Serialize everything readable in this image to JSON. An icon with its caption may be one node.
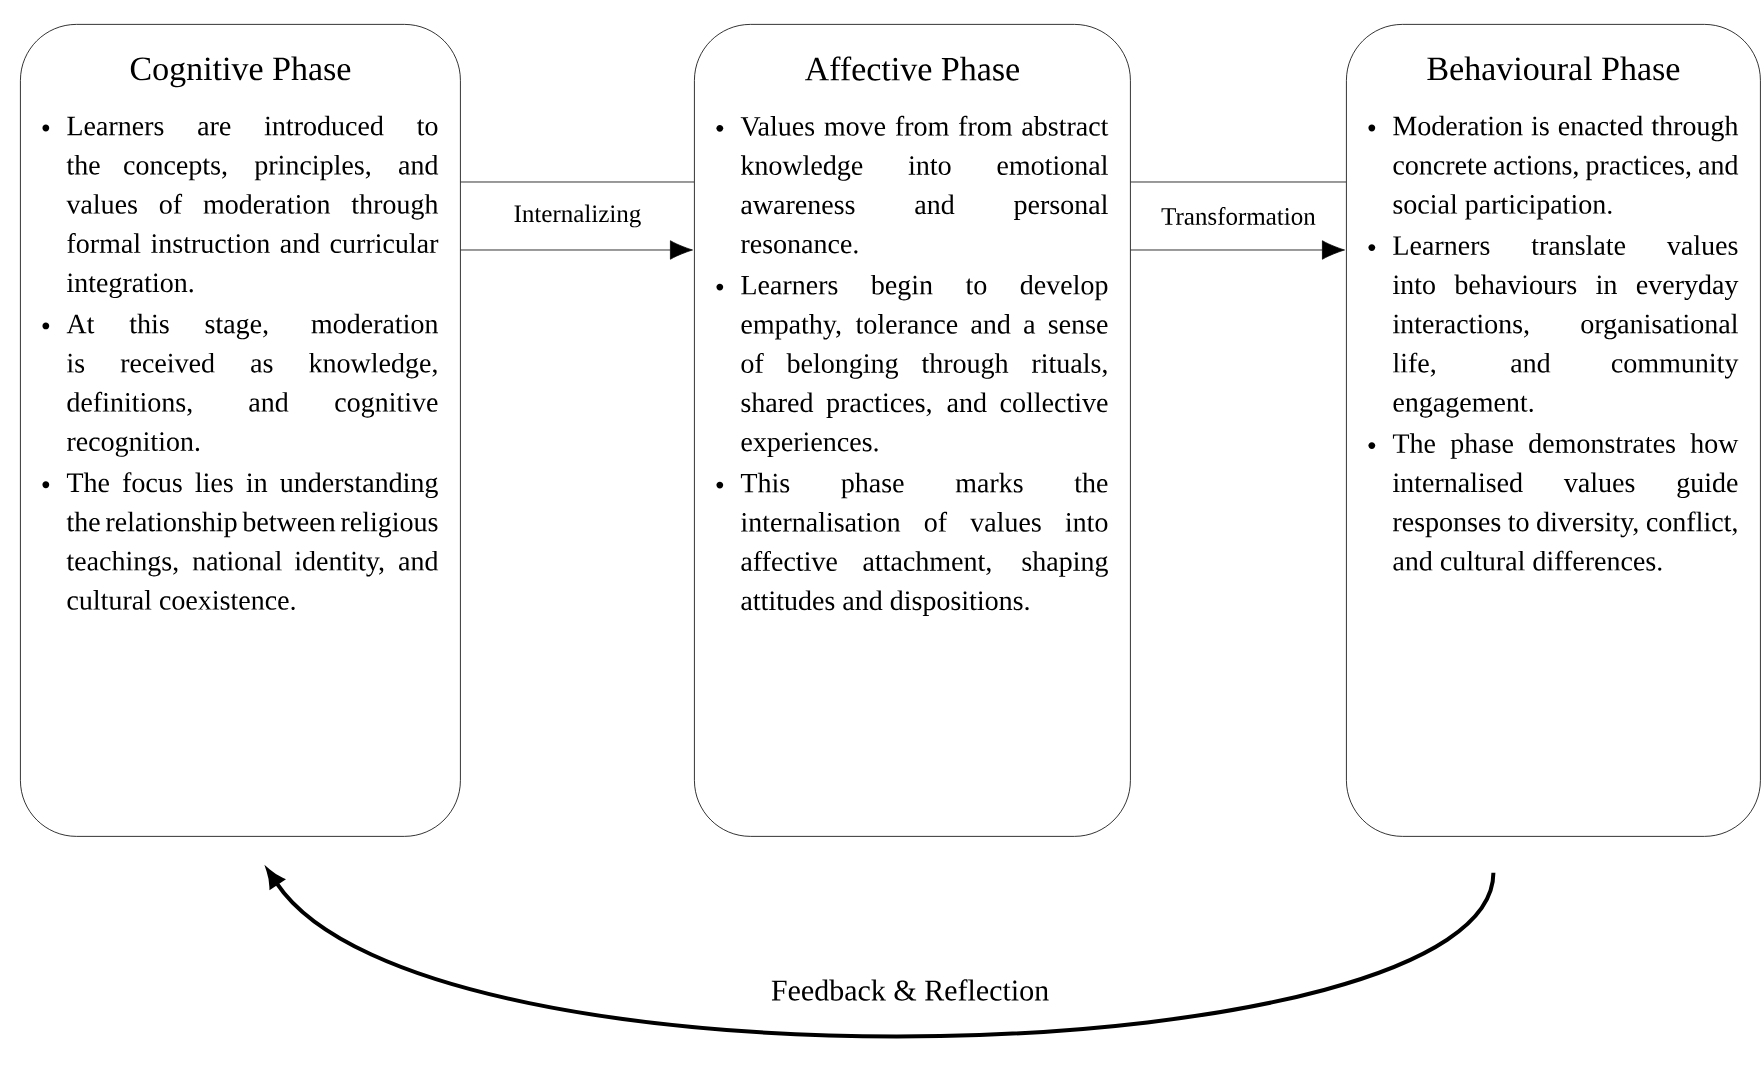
{
  "diagram": {
    "nodes": [
      {
        "text": [
          "Cognitive Phase",
          "Learners are introduced to the concepts, principles, and values of moderation through formal instruction and curricular integration.",
          "At this stage, moderation is received as knowledge, definitions, and cognitive recognition.",
          "The focus lies in understanding the relationship between religious teachings, national identity, and cultural coexistence."
        ]
      },
      {
        "text": [
          "Affective Phase",
          "Values move from from abstract knowledge into emotional awareness and personal resonance.",
          "Learners begin to develop empathy, tolerance and a sense of belonging through rituals, shared practices, and collective experiences.",
          "This phase marks the internalisation of values into affective attachment, shaping attitudes and dispositions."
        ]
      },
      {
        "text": [
          "Behavioural Phase",
          "Moderation is enacted through concrete actions, practices, and social participation.",
          "Learners translate values into behaviours in everyday interactions, organisational life, and community engagement.",
          "The phase demonstrates how internalised values guide responses to diversity, conflict, and cultural differences."
        ]
      }
    ],
    "edges": [
      {
        "from": 0,
        "to": 1,
        "arrow": "to",
        "label": "Internalizing"
      },
      {
        "from": 1,
        "to": 2,
        "arrow": "to",
        "label": "Transformation"
      },
      {
        "from": 2,
        "to": 0,
        "arrow": "to",
        "label": "Feedback & Reflection",
        "style": "thick"
      }
    ]
  }
}
